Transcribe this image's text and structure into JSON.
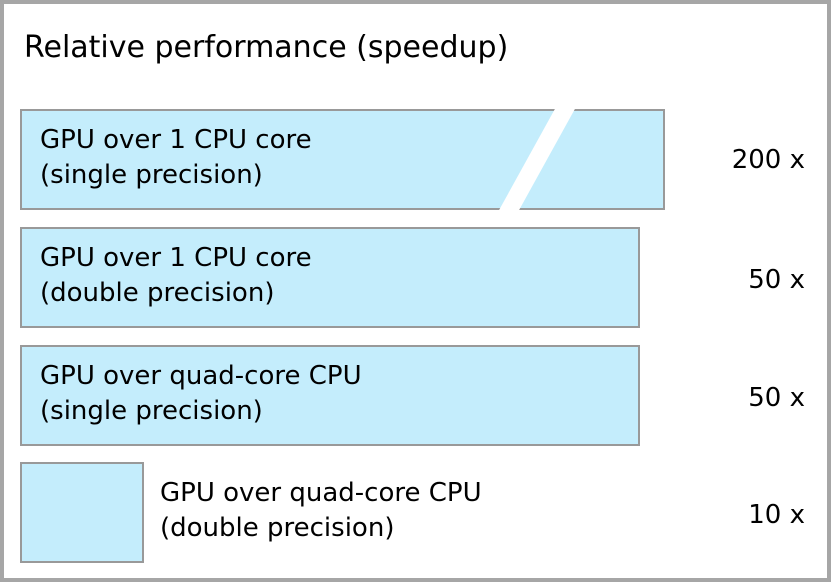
{
  "chart_data": {
    "type": "bar",
    "orientation": "horizontal",
    "title": "Relative performance (speedup)",
    "categories": [
      [
        "GPU over 1 CPU core",
        "(single precision)"
      ],
      [
        "GPU over 1 CPU core",
        "(double precision)"
      ],
      [
        "GPU over quad-core CPU",
        "(single precision)"
      ],
      [
        "GPU over quad-core CPU",
        "(double precision)"
      ]
    ],
    "values": [
      200,
      50,
      50,
      10
    ],
    "value_labels": [
      "200 x",
      "50 x",
      "50 x",
      "10 x"
    ],
    "broken_axis_on_bar": 0,
    "xlabel": "",
    "ylabel": "",
    "legend": "none",
    "grid": false,
    "colors": {
      "bar_fill": "#c4edfc",
      "bar_border": "#999999",
      "frame_border": "#a6a6a6",
      "text": "#000000"
    }
  }
}
